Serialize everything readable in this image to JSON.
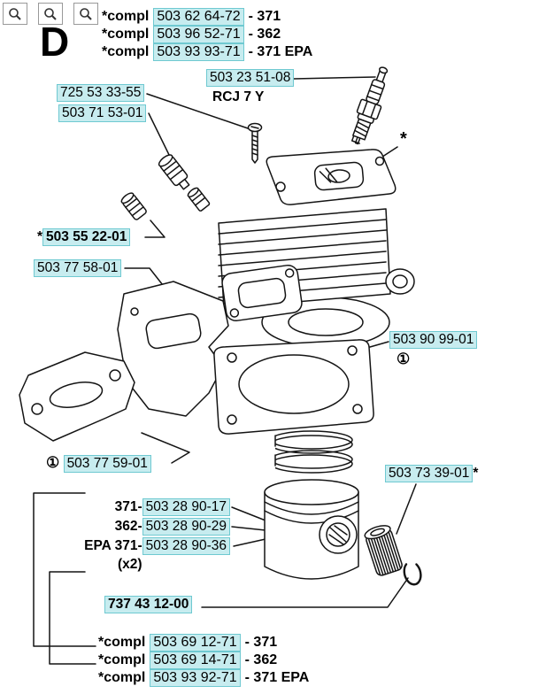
{
  "section": {
    "letter": "D"
  },
  "compl_top": [
    {
      "prefix": "*compl",
      "number": "503 62 64-72",
      "suffix": "- 371"
    },
    {
      "prefix": "*compl",
      "number": "503 96 52-71",
      "suffix": "- 362"
    },
    {
      "prefix": "*compl",
      "number": "503 93 93-71",
      "suffix": "- 371 EPA"
    }
  ],
  "compl_bottom": [
    {
      "prefix": "*compl",
      "number": "503 69 12-71",
      "suffix": "- 371"
    },
    {
      "prefix": "*compl",
      "number": "503 69 14-71",
      "suffix": "- 362"
    },
    {
      "prefix": "*compl",
      "number": "503 93 92-71",
      "suffix": "- 371 EPA"
    }
  ],
  "labels": {
    "spark_plug": {
      "number": "503 23 51-08",
      "type": "RCJ 7 Y"
    },
    "screw": {
      "number": "725 53 33-55"
    },
    "decomp_valve": {
      "number": "503 71 53-01"
    },
    "plug": {
      "prefix": "*",
      "number": "503 55 22-01"
    },
    "cooling_plate": {
      "number": "503 77 58-01"
    },
    "cylinder_gasket": {
      "number": "503 90 99-01",
      "qty": "①"
    },
    "muffler_gasket": {
      "qty": "①",
      "number": "503 77 59-01"
    },
    "bearing": {
      "number": "503 73 39-01",
      "suffix": "*"
    },
    "piston": {
      "rows": [
        {
          "prefix": "371-",
          "number": "503 28 90-17"
        },
        {
          "prefix": "362-",
          "number": "503 28 90-29"
        },
        {
          "prefix": "EPA 371-",
          "number": "503 28 90-36"
        }
      ],
      "rings_qty": "(x2)"
    },
    "circlip": {
      "number": "737 43 12-00"
    },
    "cylinder_marker": "*"
  }
}
